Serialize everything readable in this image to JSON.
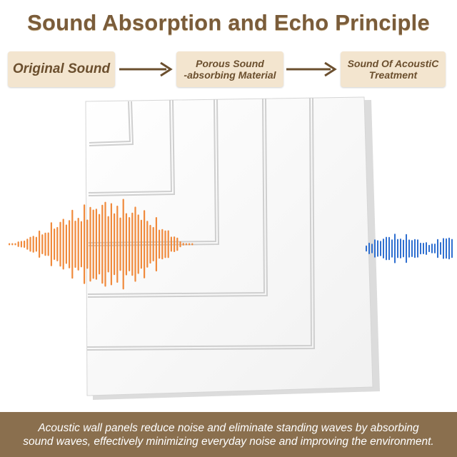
{
  "title": "Sound Absorption and Echo Principle",
  "flow": {
    "step1": "Original Sound",
    "step2_line1": "Porous Sound",
    "step2_line2": "-absorbing Material",
    "step3_line1": "Sound Of AcoustiC",
    "step3_line2": "Treatment"
  },
  "caption": {
    "line1": "Acoustic wall panels reduce noise and eliminate standing waves by absorbing",
    "line2": "sound waves, effectively minimizing everyday noise and improving the environment."
  },
  "colors": {
    "title": "#7a5c3a",
    "box_bg": "#f3e5cf",
    "box_text": "#6b4f2e",
    "arrow": "#6b4f2e",
    "footer_bg": "#8a6f4e",
    "wave_incoming": "#f08a3c",
    "wave_outgoing": "#2f6fd0"
  },
  "icons": {
    "arrow": "arrow-right-icon",
    "incoming_wave": "sound-wave-icon",
    "outgoing_wave": "sound-wave-icon"
  }
}
